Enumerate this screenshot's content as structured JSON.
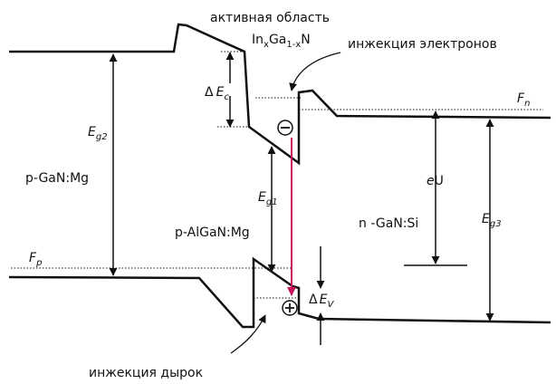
{
  "labels": {
    "active_region": "активная область",
    "material": {
      "a": "In",
      "x1": "x",
      "b": "Ga",
      "sub2": "1-x",
      "c": "N"
    },
    "electron_injection": "инжекция электронов",
    "hole_injection": "инжекция дырок",
    "p_gan": "p-GaN:Mg",
    "p_algan": "p-AlGaN:Mg",
    "n_gan": "n -GaN:Si",
    "eg2": {
      "main": "E",
      "sub": "g2"
    },
    "eg1": {
      "main": "E",
      "sub": "g1"
    },
    "eg3": {
      "main": "E",
      "sub": "g3"
    },
    "delta_ec": {
      "delta": "Δ",
      "main": "E",
      "sub": "c"
    },
    "delta_ev": {
      "delta": "Δ",
      "main": "E",
      "sub": "V"
    },
    "fp": {
      "main": "F",
      "sub": "p"
    },
    "fn": {
      "main": "F",
      "sub": "n"
    },
    "eu": {
      "e": "e",
      "u": "U"
    },
    "electron_symbol": "−",
    "hole_symbol": "+"
  },
  "colors": {
    "line": "#111111",
    "transition_arrow": "#c8145a"
  }
}
